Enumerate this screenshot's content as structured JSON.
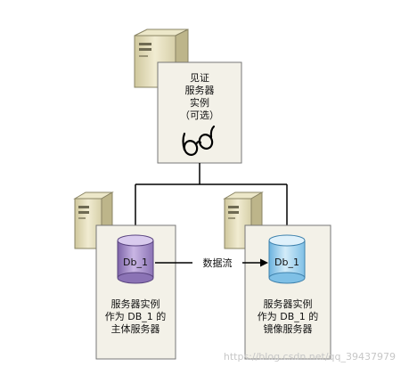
{
  "witness": {
    "label_lines": [
      "见证",
      "服务器",
      "实例",
      "（可选）"
    ]
  },
  "principal": {
    "db_label": "Db_1",
    "caption_lines": [
      "服务器实例",
      "作为 DB_1 的",
      "主体服务器"
    ]
  },
  "mirror": {
    "db_label": "Db_1",
    "caption_lines": [
      "服务器实例",
      "作为 DB_1 的",
      "镜像服务器"
    ]
  },
  "flow": {
    "label": "数据流"
  },
  "watermark": "https://blog.csdn.net/qq_39437979",
  "colors": {
    "box_fill": "#f3f1e8",
    "box_border": "#777777",
    "principal_db": "#a88fca",
    "mirror_db": "#9fd0ec",
    "server_body": "#e4dfbf",
    "line": "#000000"
  },
  "icons": [
    "server-icon",
    "glasses-icon",
    "database-icon",
    "arrow-icon"
  ]
}
